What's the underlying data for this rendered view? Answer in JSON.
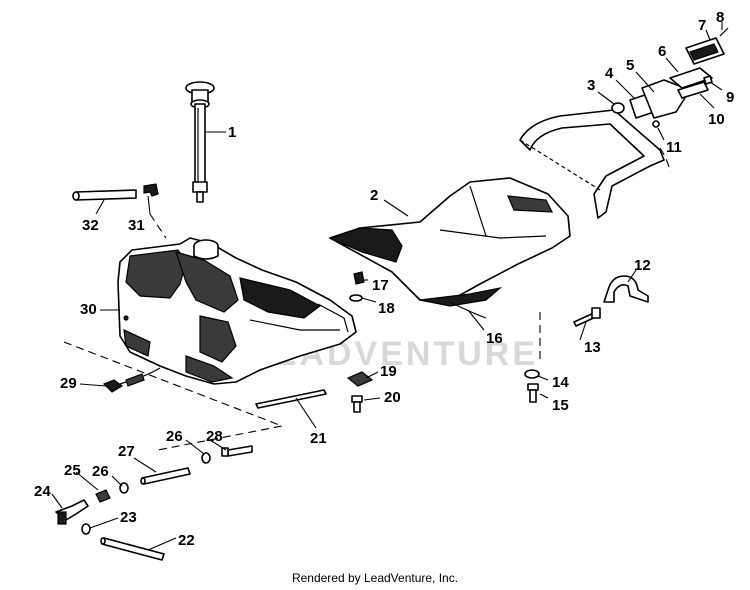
{
  "watermark": "LEADVENTURE",
  "footer": "Rendered by LeadVenture, Inc.",
  "callouts": {
    "c1": "1",
    "c2": "2",
    "c3": "3",
    "c4": "4",
    "c5": "5",
    "c6": "6",
    "c7": "7",
    "c8": "8",
    "c9": "9",
    "c10": "10",
    "c11": "11",
    "c12": "12",
    "c13": "13",
    "c14": "14",
    "c15": "15",
    "c16": "16",
    "c17": "17",
    "c18": "18",
    "c19": "19",
    "c20": "20",
    "c21": "21",
    "c22": "22",
    "c23": "23",
    "c24": "24",
    "c25": "25",
    "c26a": "26",
    "c26b": "26",
    "c27": "27",
    "c28": "28",
    "c29": "29",
    "c30": "30",
    "c31": "31",
    "c32": "32"
  }
}
